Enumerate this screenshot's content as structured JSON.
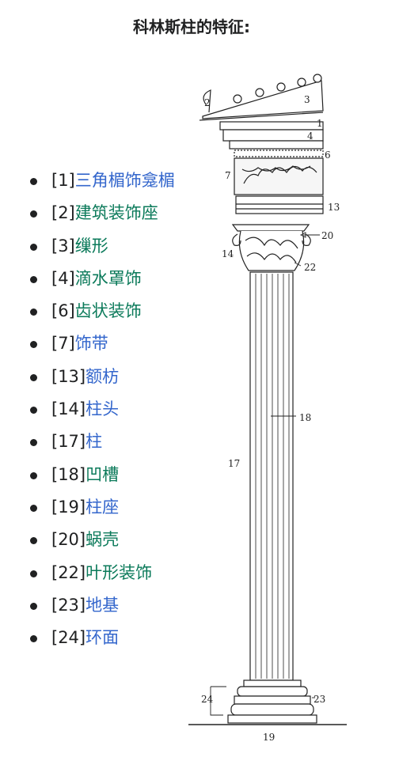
{
  "title": "科林斯柱的特征:",
  "colors": {
    "link_blue": "#3366cc",
    "link_green": "#0b7a5a",
    "text": "#202122"
  },
  "items": [
    {
      "num": "[1]",
      "label": "三角楣饰龛楣",
      "color": "#3366cc"
    },
    {
      "num": "[2]",
      "label": "建筑装饰座",
      "color": "#0b7a5a"
    },
    {
      "num": "[3]",
      "label": "缫形",
      "color": "#0b7a5a"
    },
    {
      "num": "[4]",
      "label": "滴水罩饰",
      "color": "#0b7a5a"
    },
    {
      "num": "[6]",
      "label": "齿状装饰",
      "color": "#0b7a5a"
    },
    {
      "num": "[7]",
      "label": "饰带",
      "color": "#3366cc"
    },
    {
      "num": "[13]",
      "label": "额枋",
      "color": "#3366cc"
    },
    {
      "num": "[14]",
      "label": "柱头",
      "color": "#3366cc"
    },
    {
      "num": "[17]",
      "label": "柱",
      "color": "#3366cc"
    },
    {
      "num": "[18]",
      "label": "凹槽",
      "color": "#0b7a5a"
    },
    {
      "num": "[19]",
      "label": "柱座",
      "color": "#3366cc"
    },
    {
      "num": "[20]",
      "label": "蜗壳",
      "color": "#0b7a5a"
    },
    {
      "num": "[22]",
      "label": "叶形装饰",
      "color": "#0b7a5a"
    },
    {
      "num": "[23]",
      "label": "地基",
      "color": "#3366cc"
    },
    {
      "num": "[24]",
      "label": "环面",
      "color": "#3366cc"
    }
  ],
  "diagram_labels": {
    "l1": "1",
    "l2": "2",
    "l3": "3",
    "l4": "4",
    "l6": "6",
    "l7": "7",
    "l13": "13",
    "l14": "14",
    "l17": "17",
    "l18": "18",
    "l19": "19",
    "l20": "20",
    "l22": "22",
    "l23": "23",
    "l24": "24"
  }
}
